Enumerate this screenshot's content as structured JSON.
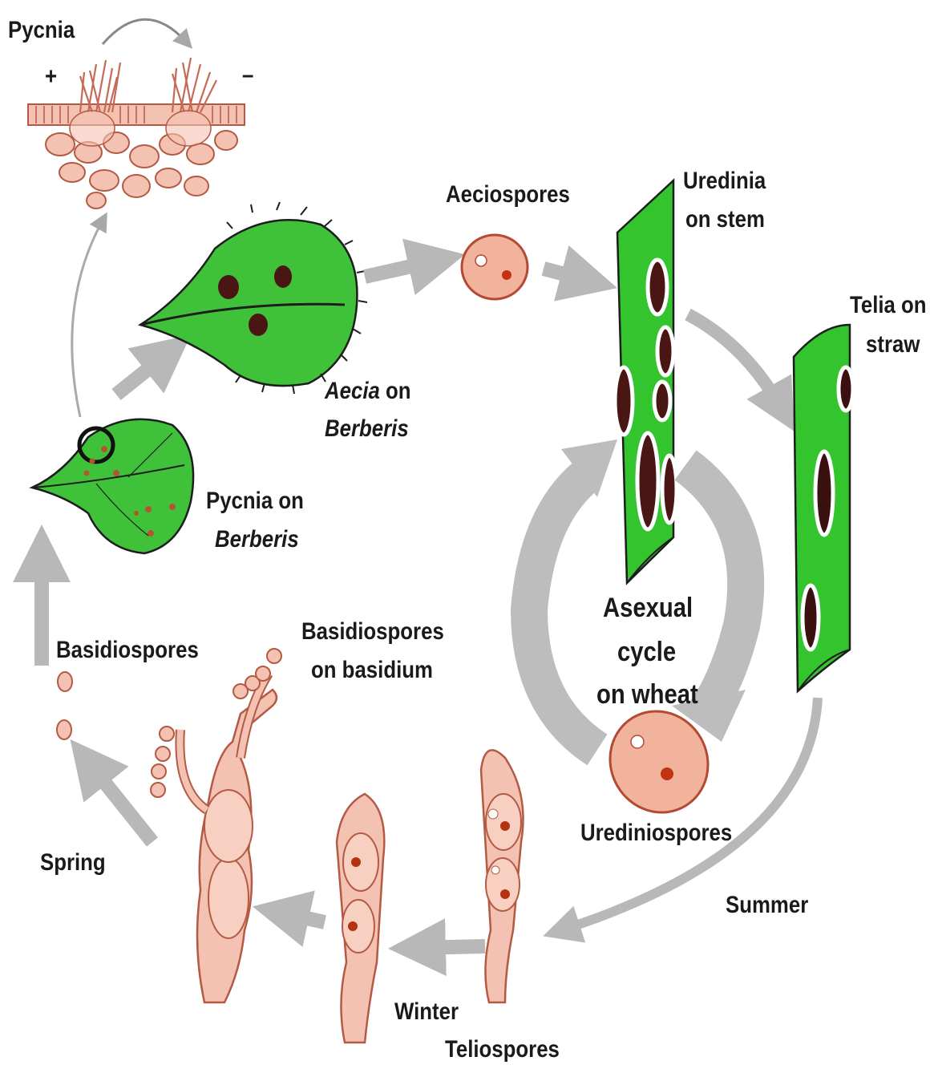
{
  "labels": {
    "pycnia_top": "Pycnia",
    "plus_sign": "+",
    "minus_sign": "–",
    "aeciospores": "Aeciospores",
    "uredinia_line1": "Uredinia",
    "uredinia_line2": "on stem",
    "telia_line1": "Telia on",
    "telia_line2": "straw",
    "aecia_word": "Aecia",
    "aecia_on": " on",
    "aecia_host": "Berberis",
    "pycnia_on": "Pycnia on",
    "pycnia_host": "Berberis",
    "asexual_line1": "Asexual",
    "asexual_line2": "cycle",
    "asexual_line3": "on wheat",
    "basidiospores": "Basidiospores",
    "basidio_on_line1": "Basidiospores",
    "basidio_on_line2": "on basidium",
    "urediniospores": "Urediniospores",
    "spring": "Spring",
    "summer": "Summer",
    "winter": "Winter",
    "teliospores": "Teliospores"
  },
  "colors": {
    "leaf_green": "#3fc23a",
    "stem_green": "#34c42e",
    "outline": "#1d1d1d",
    "spore_fill": "#f2b39c",
    "spore_edge": "#b44a33",
    "lesion": "#4a1614",
    "tissue_pink": "#f4c2b2",
    "arrow_gray": "#b8b8b8"
  }
}
